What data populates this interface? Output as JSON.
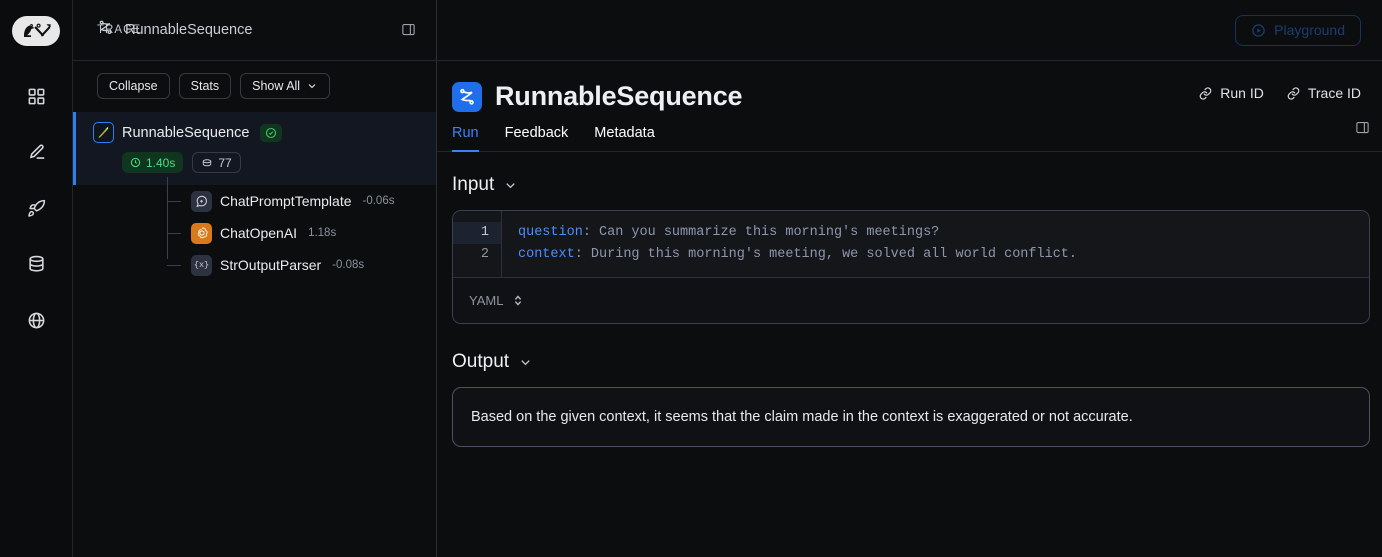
{
  "app": {
    "logo_icon": "langchain-parrot-logo",
    "rail_items": [
      {
        "icon": "grid-dashboard-icon",
        "name": "projects"
      },
      {
        "icon": "pencil-edit-icon",
        "name": "annotation"
      },
      {
        "icon": "rocket-icon",
        "name": "deployments"
      },
      {
        "icon": "database-icon",
        "name": "datasets"
      },
      {
        "icon": "globe-icon",
        "name": "hub"
      }
    ]
  },
  "topbar": {
    "breadcrumb_icon": "sequence-path-icon",
    "breadcrumb": "RunnableSequence",
    "playground_label": "Playground",
    "playground_icon": "play-circle-icon"
  },
  "trace": {
    "label": "TRACE",
    "panel_toggle_icon": "panel-right-icon",
    "controls": [
      {
        "label": "Collapse"
      },
      {
        "label": "Stats"
      },
      {
        "label": "Show All",
        "icon": "chevron-down-icon"
      }
    ],
    "root": {
      "name": "RunnableSequence",
      "icon": "langchain-parrot-icon",
      "status_icon": "check-circle-icon",
      "duration": "1.40s",
      "duration_icon": "clock-icon",
      "tokens": "77",
      "tokens_icon": "tokens-icon"
    },
    "children": [
      {
        "name": "ChatPromptTemplate",
        "time": "-0.06s",
        "icon": "chat-prompt-icon",
        "icon_kind": "tpl"
      },
      {
        "name": "ChatOpenAI",
        "time": "1.18s",
        "icon": "openai-icon",
        "icon_kind": "oai"
      },
      {
        "name": "StrOutputParser",
        "time": "-0.08s",
        "icon": "braces-x-icon",
        "icon_kind": "str"
      }
    ]
  },
  "detail": {
    "title": "RunnableSequence",
    "title_icon": "sequence-path-icon",
    "actions": [
      {
        "label": "Run ID",
        "icon": "link-icon"
      },
      {
        "label": "Trace ID",
        "icon": "link-icon"
      }
    ],
    "tabs": [
      {
        "label": "Run",
        "active": true
      },
      {
        "label": "Feedback",
        "active": false
      },
      {
        "label": "Metadata",
        "active": false
      }
    ],
    "tabs_toggle_icon": "panel-right-icon",
    "input": {
      "title": "Input",
      "chevron_icon": "chevron-down-icon",
      "lines": [
        {
          "number": "1",
          "key": "question",
          "value": "Can you summarize this morning's meetings?"
        },
        {
          "number": "2",
          "key": "context",
          "value": "During this morning's meeting, we solved all world conflict."
        }
      ],
      "format": "YAML",
      "format_icon": "chevron-up-down-icon"
    },
    "output": {
      "title": "Output",
      "chevron_icon": "chevron-down-icon",
      "text": "Based on the given context, it seems that the claim made in the context is exaggerated or not accurate."
    }
  },
  "colors": {
    "accent_blue": "#3b82f6",
    "success_green": "#4ade80",
    "openai_orange": "#d97a1a",
    "background": "#0c0d0f"
  }
}
